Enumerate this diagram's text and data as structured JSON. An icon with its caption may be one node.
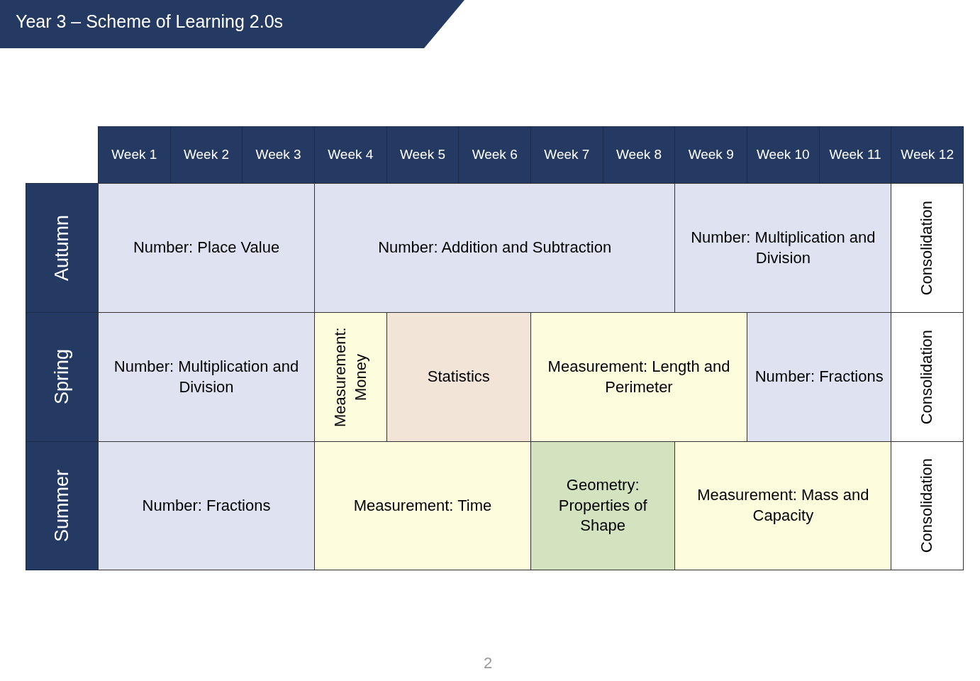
{
  "diagram": {
    "title": "Year 3 – Scheme of Learning 2.0s",
    "nodes": [
      {
        "text": [
          "Week 1"
        ]
      },
      {
        "text": [
          "Week 2"
        ]
      },
      {
        "text": [
          "Week 3"
        ]
      },
      {
        "text": [
          "Week 4"
        ]
      },
      {
        "text": [
          "Week 5"
        ]
      },
      {
        "text": [
          "Week 6"
        ]
      },
      {
        "text": [
          "Week 7"
        ]
      },
      {
        "text": [
          "Week 8"
        ]
      },
      {
        "text": [
          "Week 9"
        ]
      },
      {
        "text": [
          "Week 10"
        ]
      },
      {
        "text": [
          "Week 11"
        ]
      },
      {
        "text": [
          "Week 12"
        ]
      },
      {
        "text": [
          "Autumn"
        ]
      },
      {
        "text": [
          "Number: Place Value"
        ]
      },
      {
        "text": [
          "Number: Addition and Subtraction"
        ]
      },
      {
        "text": [
          "Number: Multiplication and Division"
        ]
      },
      {
        "text": [
          "Consolidation"
        ]
      },
      {
        "text": [
          "Spring"
        ]
      },
      {
        "text": [
          "Number: Multiplication and Division"
        ]
      },
      {
        "text": [
          "Measurement: Money"
        ]
      },
      {
        "text": [
          "Statistics"
        ]
      },
      {
        "text": [
          "Measurement: Length and Perimeter"
        ]
      },
      {
        "text": [
          "Number: Fractions"
        ]
      },
      {
        "text": [
          "Consolidation"
        ]
      },
      {
        "text": [
          "Summer"
        ]
      },
      {
        "text": [
          "Number: Fractions"
        ]
      },
      {
        "text": [
          "Measurement: Time"
        ]
      },
      {
        "text": [
          "Geometry: Properties of Shape"
        ]
      },
      {
        "text": [
          "Measurement: Mass and Capacity"
        ]
      },
      {
        "text": [
          "Consolidation"
        ]
      }
    ],
    "labels": [
      "2"
    ]
  }
}
